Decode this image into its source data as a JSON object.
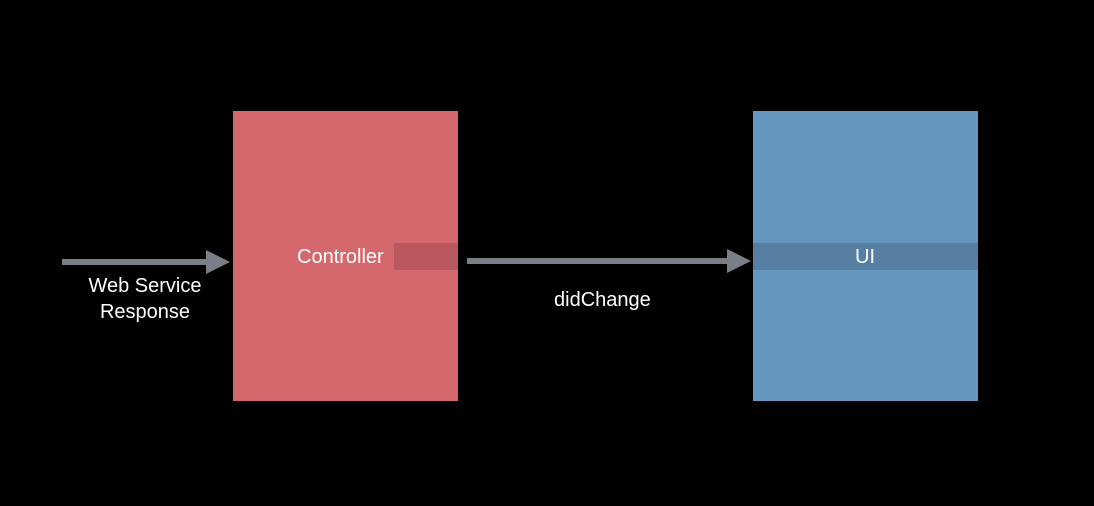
{
  "diagram": {
    "nodes": {
      "controller": {
        "label": "Controller",
        "color": "#d4686d"
      },
      "ui": {
        "label": "UI",
        "color": "#6697bf"
      }
    },
    "edges": {
      "input": {
        "label": "Web Service Response"
      },
      "did_change": {
        "label": "didChange"
      }
    },
    "arrow_color": "#7a7f87",
    "background": "#000000"
  }
}
